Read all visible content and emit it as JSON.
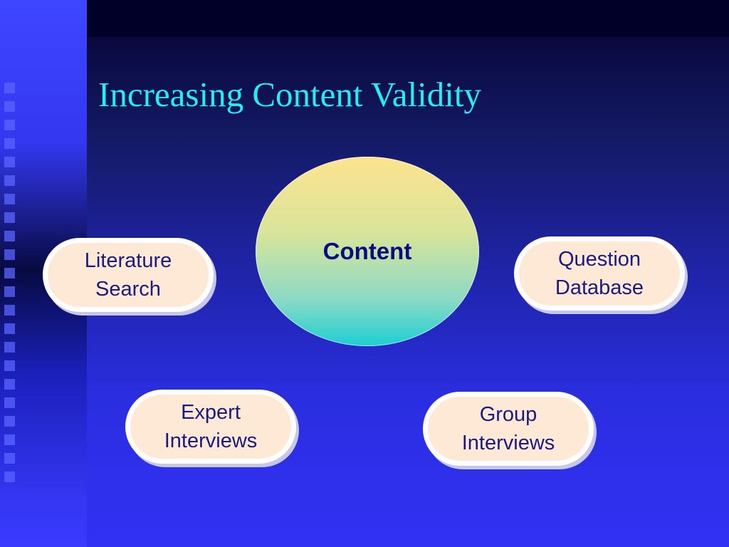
{
  "slide": {
    "title": "Increasing Content Validity",
    "center": {
      "label": "Content"
    },
    "nodes": [
      {
        "label": "Literature\nSearch"
      },
      {
        "label": "Question\nDatabase"
      },
      {
        "label": "Expert\nInterviews"
      },
      {
        "label": "Group\nInterviews"
      }
    ]
  },
  "colors": {
    "title": "#22f0ee",
    "background": "#2a2ee0",
    "node_fill": "#fde9d6",
    "node_text": "#1a1a80",
    "center_text": "#0b0b80",
    "center_top": "#fde48e",
    "center_bottom": "#1ccfd3"
  }
}
